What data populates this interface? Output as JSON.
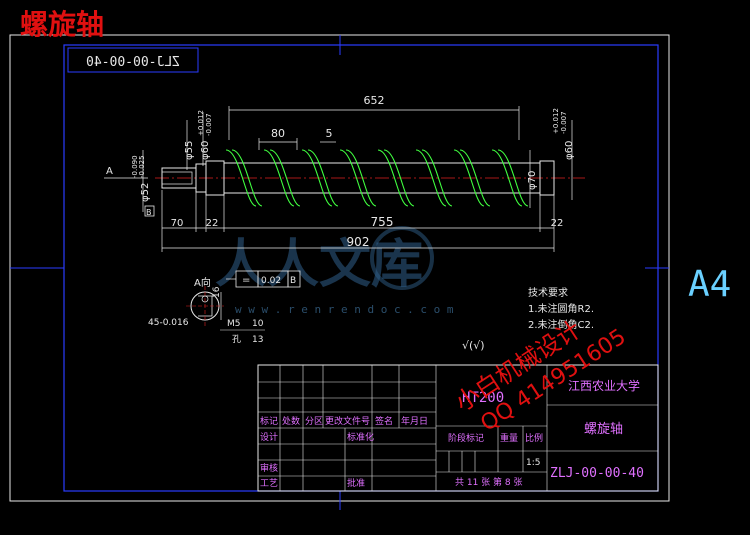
{
  "header_title": "螺旋轴",
  "drawing_number_mirrored": "ZLJ-00-00-40",
  "dims": {
    "d652": "652",
    "d80": "80",
    "d5": "5",
    "d755": "755",
    "d902": "902",
    "d70": "70",
    "d22_left": "22",
    "d22_right": "22",
    "dia55": "φ55",
    "dia60_left": "φ60",
    "tol60_left_top": "+0.012",
    "tol60_left_bot": "-0.007",
    "dia52": "φ52",
    "tol52_top": "-0.090",
    "tol52_bot": "-0.025",
    "dia70": "φ70",
    "dia60_right": "φ60",
    "tol60_right_top": "+0.012",
    "tol60_right_bot": "-0.007"
  },
  "view_label": "A",
  "datum_label": "B",
  "section": {
    "title": "A向",
    "dim16": "16",
    "dim45": "45-0.016",
    "dim_m5": "M5",
    "dim_t10": "10",
    "dim_hole": "孔",
    "dim_t13": "13"
  },
  "tolerance_frame": {
    "symbol": "=",
    "value": "0.02",
    "datum": "B"
  },
  "watermark": {
    "main": "人人文库",
    "url": "w w w . r e n r e n d o c . c o m"
  },
  "tech_notes": {
    "title": "技术要求",
    "line1": "1.未注圆角R2.",
    "line2": "2.未注倒角C2."
  },
  "roughness": "√(√)",
  "title_block": {
    "material": "HT200",
    "school": "江西农业大学",
    "part_name": "螺旋轴",
    "drawing_no": "ZLJ-00-00-40",
    "labels": {
      "mark": "标记",
      "count": "处数",
      "zone": "分区",
      "doc": "更改文件号",
      "sign": "签名",
      "date": "年月日",
      "design": "设计",
      "standard": "标准化",
      "review": "审核",
      "process": "工艺",
      "approve": "批准",
      "stage": "阶段标记",
      "weight": "重量",
      "scale_lbl": "比例",
      "scale_val": "1:5",
      "sheets": "共  11  张  第  8  张"
    }
  },
  "stamp": {
    "line1": "小白机械设计",
    "line2": "QQ 414951605"
  },
  "paper_size": "A4"
}
